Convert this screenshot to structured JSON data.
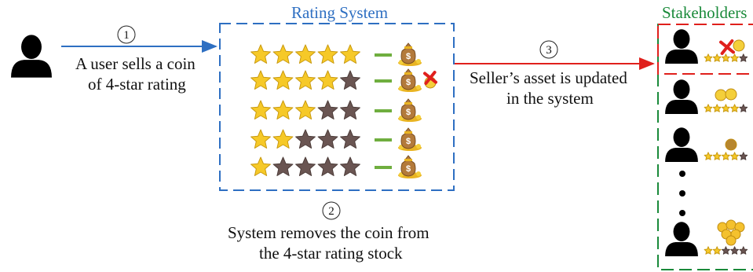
{
  "rating_system": {
    "title": "Rating System"
  },
  "stakeholders": {
    "title": "Stakeholders"
  },
  "steps": [
    {
      "number": "1",
      "lines": [
        "A user sells a coin",
        "of 4-star rating"
      ]
    },
    {
      "number": "2",
      "lines": [
        "System removes the coin from",
        "the 4-star rating stock"
      ]
    },
    {
      "number": "3",
      "lines": [
        "Seller’s asset is updated",
        "in the system"
      ]
    }
  ],
  "rating_rows": [
    5,
    4,
    3,
    2,
    1
  ],
  "stakeholder_rows": [
    4,
    4,
    4,
    2
  ],
  "colors": {
    "rating_box": "#2e6fc2",
    "stakeholder_box": "#1a8a3a",
    "highlight_box": "#e0201c",
    "arrow_blue": "#2e6fc2",
    "arrow_red": "#e0201c",
    "star_gold": "#f6c928",
    "star_dark": "#6a5552",
    "connector_green": "#6fae3f"
  },
  "icons": [
    "person-icon",
    "star-icon",
    "money-bag-icon",
    "red-x-icon",
    "gold-coin-icon",
    "ellipsis-dots-icon"
  ]
}
